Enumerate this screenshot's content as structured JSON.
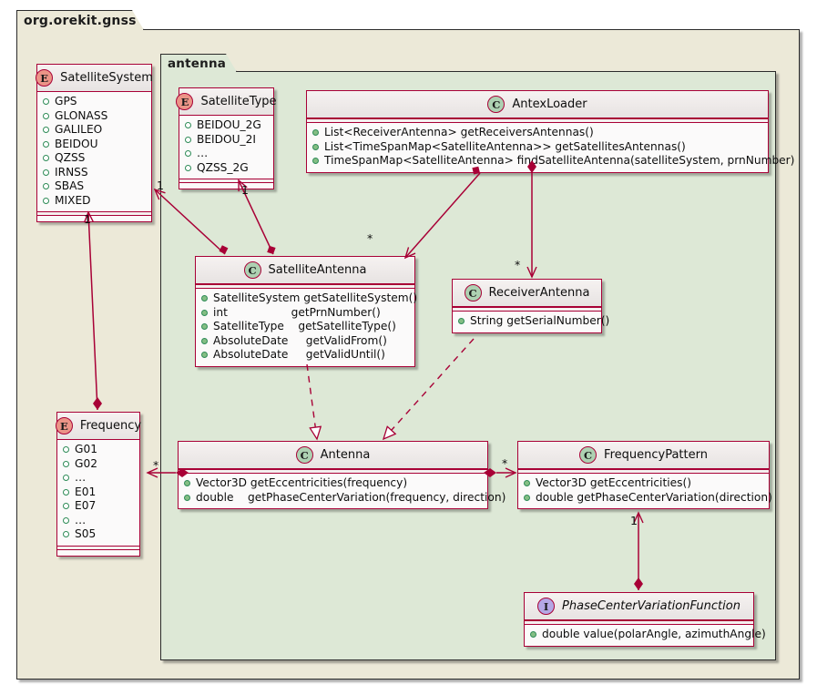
{
  "packages": [
    {
      "name": "org.orekit.gnss"
    },
    {
      "name": "antenna"
    }
  ],
  "nodes": [
    {
      "id": "SatelliteSystem",
      "stereotype": "E",
      "badge_label": "E",
      "title": "SatelliteSystem",
      "members": [
        "GPS",
        "GLONASS",
        "GALILEO",
        "BEIDOU",
        "QZSS",
        "IRNSS",
        "SBAS",
        "MIXED"
      ],
      "member_kind": "field"
    },
    {
      "id": "SatelliteType",
      "stereotype": "E",
      "badge_label": "E",
      "title": "SatelliteType",
      "members": [
        "BEIDOU_2G",
        "BEIDOU_2I",
        "…",
        "QZSS_2G"
      ],
      "member_kind": "field"
    },
    {
      "id": "AntexLoader",
      "stereotype": "C",
      "badge_label": "C",
      "title": "AntexLoader",
      "members": [
        "List<ReceiverAntenna> getReceiversAntennas()",
        "List<TimeSpanMap<SatelliteAntenna>> getSatellitesAntennas()",
        "TimeSpanMap<SatelliteAntenna> findSatelliteAntenna(satelliteSystem, prnNumber)"
      ],
      "member_kind": "method"
    },
    {
      "id": "SatelliteAntenna",
      "stereotype": "C",
      "badge_label": "C",
      "title": "SatelliteAntenna",
      "members": [
        "SatelliteSystem getSatelliteSystem()",
        "int                  getPrnNumber()",
        "SatelliteType    getSatelliteType()",
        "AbsoluteDate     getValidFrom()",
        "AbsoluteDate     getValidUntil()"
      ],
      "member_kind": "method"
    },
    {
      "id": "ReceiverAntenna",
      "stereotype": "C",
      "badge_label": "C",
      "title": "ReceiverAntenna",
      "members": [
        "String getSerialNumber()"
      ],
      "member_kind": "method"
    },
    {
      "id": "Frequency",
      "stereotype": "E",
      "badge_label": "E",
      "title": "Frequency",
      "members": [
        "G01",
        "G02",
        "…",
        "E01",
        "E07",
        "…",
        "S05"
      ],
      "member_kind": "field"
    },
    {
      "id": "Antenna",
      "stereotype": "C",
      "badge_label": "C",
      "title": "Antenna",
      "members": [
        "Vector3D getEccentricities(frequency)",
        "double    getPhaseCenterVariation(frequency, direction)"
      ],
      "member_kind": "method"
    },
    {
      "id": "FrequencyPattern",
      "stereotype": "C",
      "badge_label": "C",
      "title": "FrequencyPattern",
      "members": [
        "Vector3D getEccentricities()",
        "double getPhaseCenterVariation(direction)"
      ],
      "member_kind": "method"
    },
    {
      "id": "PhaseCenterVariationFunction",
      "stereotype": "I",
      "badge_label": "I",
      "title": "PhaseCenterVariationFunction",
      "members": [
        "double value(polarAngle, azimuthAngle)"
      ],
      "member_kind": "method"
    }
  ],
  "relations": [
    {
      "from": "SatelliteAntenna",
      "to": "SatelliteSystem",
      "type": "composition",
      "multiplicity": "1"
    },
    {
      "from": "SatelliteAntenna",
      "to": "SatelliteType",
      "type": "composition",
      "multiplicity": "1"
    },
    {
      "from": "AntexLoader",
      "to": "SatelliteAntenna",
      "type": "composition",
      "multiplicity": "*"
    },
    {
      "from": "AntexLoader",
      "to": "ReceiverAntenna",
      "type": "composition",
      "multiplicity": "*"
    },
    {
      "from": "SatelliteAntenna",
      "to": "Antenna",
      "type": "realization",
      "multiplicity": ""
    },
    {
      "from": "ReceiverAntenna",
      "to": "Antenna",
      "type": "realization",
      "multiplicity": ""
    },
    {
      "from": "Frequency",
      "to": "SatelliteSystem",
      "type": "composition",
      "multiplicity": "1"
    },
    {
      "from": "Antenna",
      "to": "Frequency",
      "type": "composition",
      "multiplicity": "*"
    },
    {
      "from": "Antenna",
      "to": "FrequencyPattern",
      "type": "composition",
      "multiplicity": "*"
    },
    {
      "from": "PhaseCenterVariationFunction",
      "to": "FrequencyPattern",
      "type": "composition",
      "multiplicity": "1"
    }
  ],
  "colors": {
    "accent": "#A80036",
    "package_outer": "#ECE9D8",
    "package_inner": "#DDE8D6",
    "enum_badge": "#EB9487",
    "class_badge": "#ADD1B2",
    "interface_badge": "#B4A7E5",
    "member_dot": "#84BE84"
  }
}
